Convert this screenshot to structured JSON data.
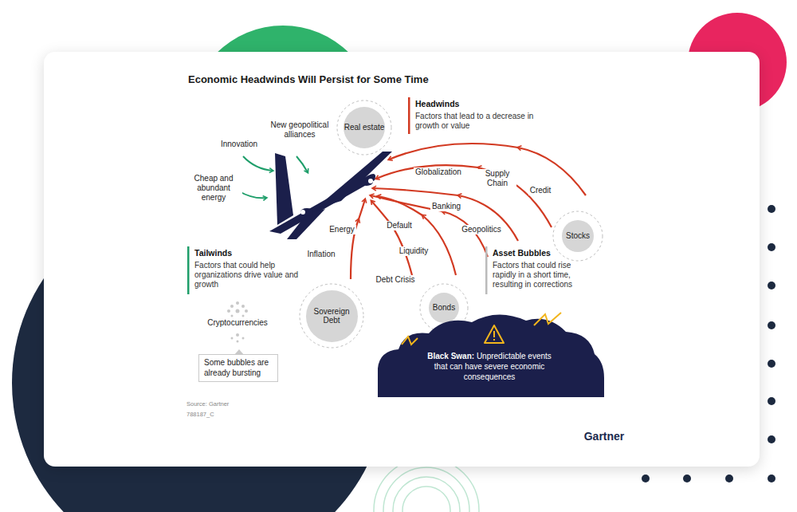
{
  "diagram": {
    "title": "Economic Headwinds Will Persist for Some Time",
    "nodes": [
      {
        "text": [
          "Real estate"
        ]
      },
      {
        "text": [
          "Stocks"
        ]
      },
      {
        "text": [
          "Sovereign Debt"
        ]
      },
      {
        "text": [
          "Bonds"
        ]
      },
      {
        "text": [
          "Some bubbles are already bursting"
        ]
      },
      {
        "text": [
          "Black Swan:",
          "Unpredictable events that can have severe economic consequences"
        ]
      }
    ],
    "labels": [
      "Innovation",
      "New geopolitical alliances",
      "Cheap and abundant energy",
      "Globalization",
      "Supply Chain",
      "Credit",
      "Banking",
      "Default",
      "Geopolitics",
      "Energy",
      "Liquidity",
      "Inflation",
      "Debt Crisis",
      "Headwinds",
      "Factors that lead to a decrease in growth or value",
      "Tailwinds",
      "Factors that could help organizations drive value and growth",
      "Asset Bubbles",
      "Factors that could rise rapidly in a short time, resulting in corrections",
      "Cryptocurrencies",
      "Source: Gartner",
      "788187_C",
      "Gartner"
    ]
  }
}
